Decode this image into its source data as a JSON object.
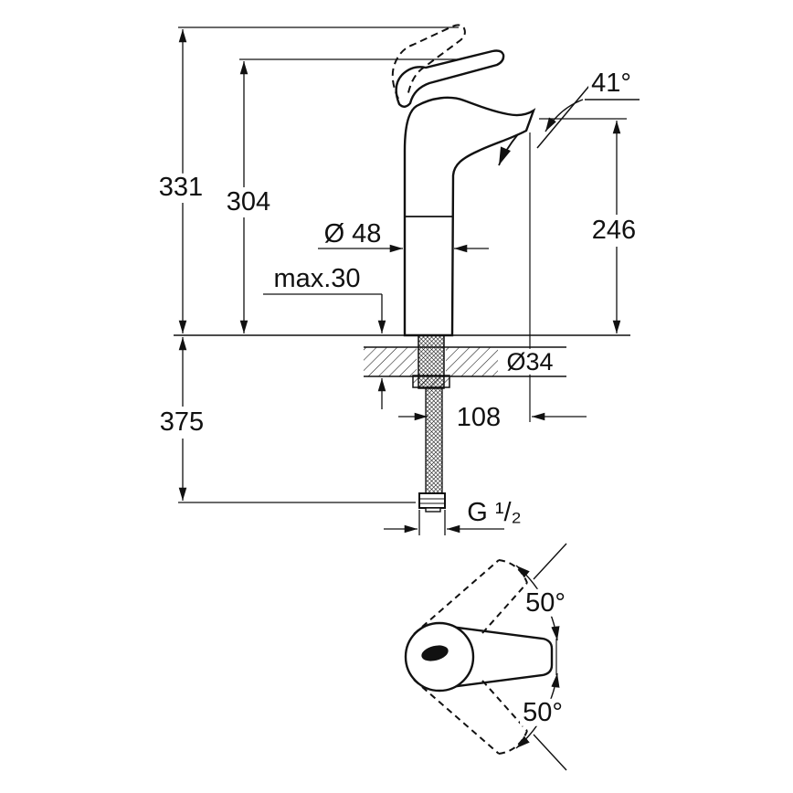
{
  "labels": {
    "dim331": "331",
    "dim304": "304",
    "angle41": "41°",
    "dia48": "Ø 48",
    "dim246": "246",
    "max30": "max.30",
    "dia34": "Ø34",
    "dim375": "375",
    "dim108": "108",
    "thread": "G ¹/₂",
    "angle50_top": "50°",
    "angle50_bottom": "50°"
  },
  "colors": {
    "line": "#111111",
    "background": "#ffffff"
  }
}
